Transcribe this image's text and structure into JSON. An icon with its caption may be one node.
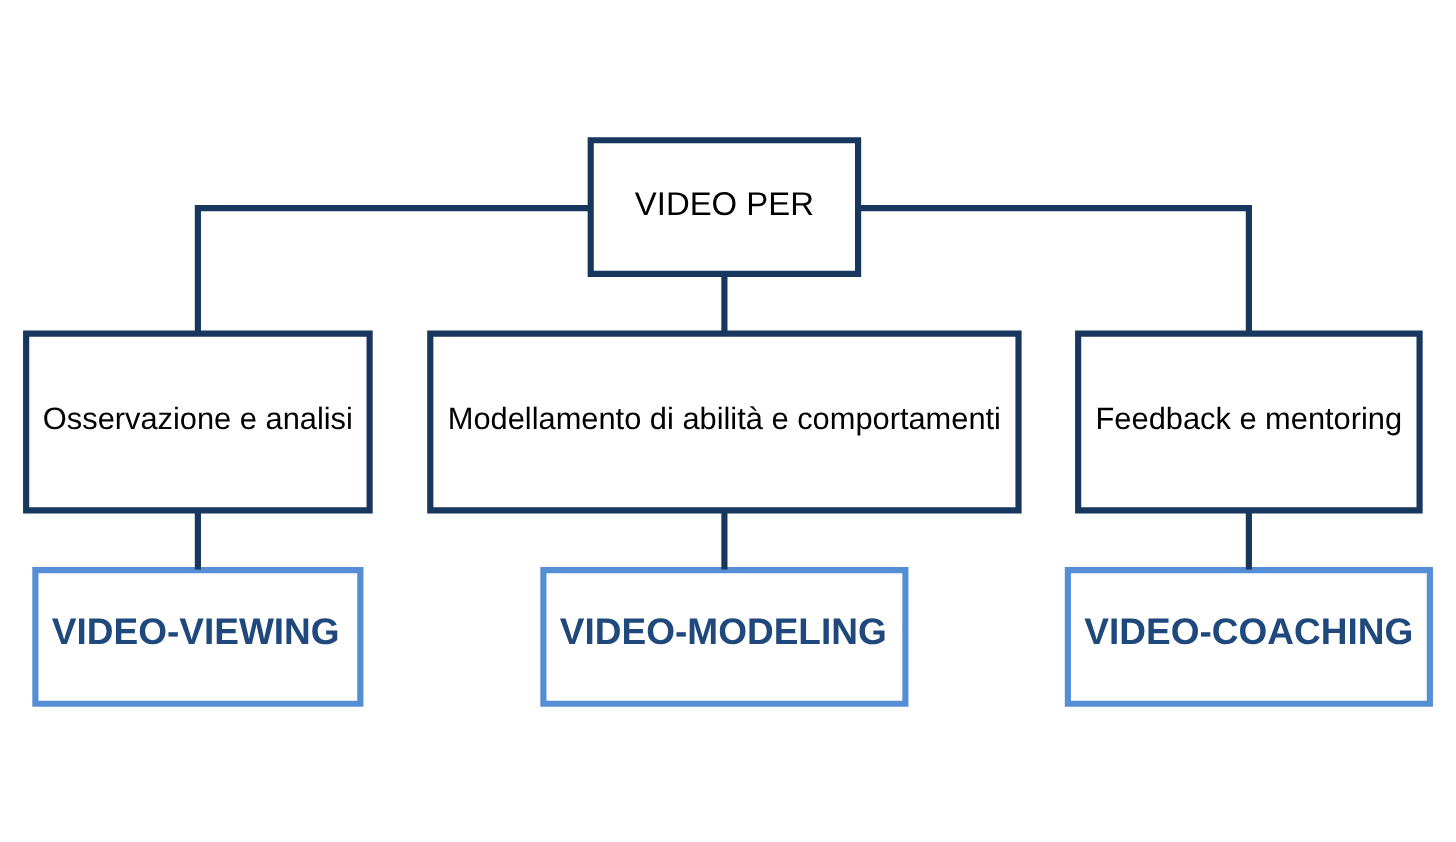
{
  "diagram": {
    "nodes": [
      {
        "text": [
          "VIDEO PER"
        ]
      },
      {
        "text": [
          "Osservazione e analisi"
        ]
      },
      {
        "text": [
          "Modellamento di abilità e comportamenti"
        ]
      },
      {
        "text": [
          "Feedback e mentoring"
        ]
      },
      {
        "text": [
          "VIDEO-VIEWING"
        ]
      },
      {
        "text": [
          "VIDEO-MODELING"
        ]
      },
      {
        "text": [
          "VIDEO-COACHING"
        ]
      }
    ],
    "edges": [
      {
        "from": 0,
        "to": 1,
        "arrow": "none"
      },
      {
        "from": 0,
        "to": 2,
        "arrow": "none"
      },
      {
        "from": 0,
        "to": 3,
        "arrow": "none"
      },
      {
        "from": 1,
        "to": 4,
        "arrow": "none"
      },
      {
        "from": 2,
        "to": 5,
        "arrow": "none"
      },
      {
        "from": 3,
        "to": 6,
        "arrow": "none"
      }
    ]
  }
}
